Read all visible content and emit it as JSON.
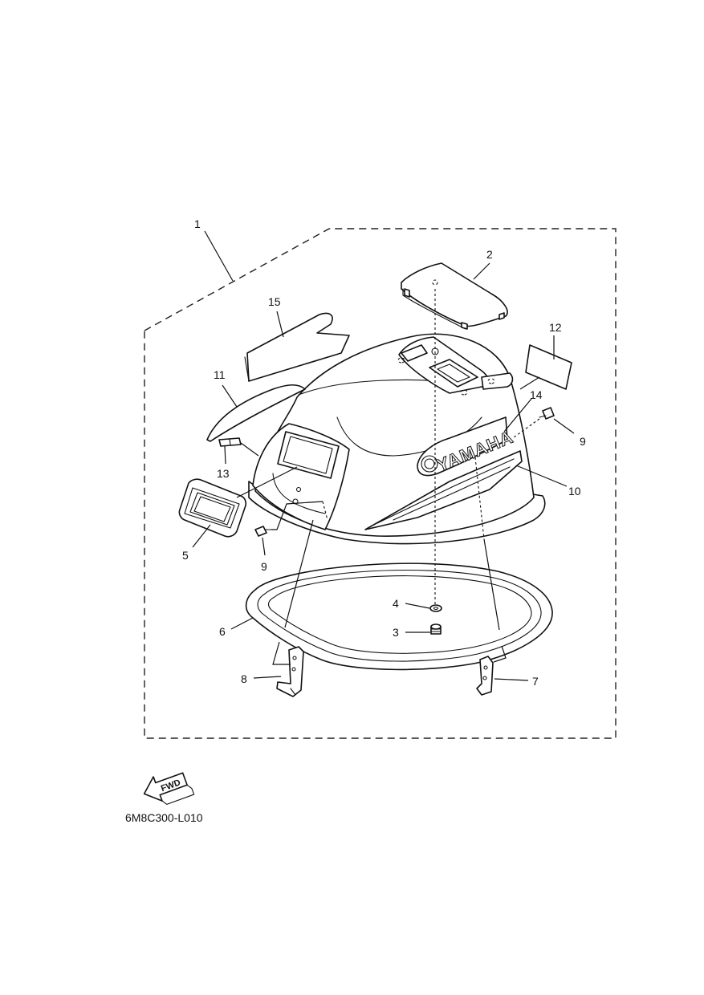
{
  "diagram_code": "6M8C300-L010",
  "forward_label": "FWD",
  "brand_text": "YAMAHA",
  "callouts": {
    "c1": "1",
    "c2": "2",
    "c3": "3",
    "c4": "4",
    "c5": "5",
    "c6": "6",
    "c7": "7",
    "c8": "8",
    "c9a": "9",
    "c9b": "9",
    "c10": "10",
    "c11": "11",
    "c12": "12",
    "c13": "13",
    "c14": "14",
    "c15": "15"
  },
  "colors": {
    "line": "#111111",
    "background": "#ffffff"
  }
}
